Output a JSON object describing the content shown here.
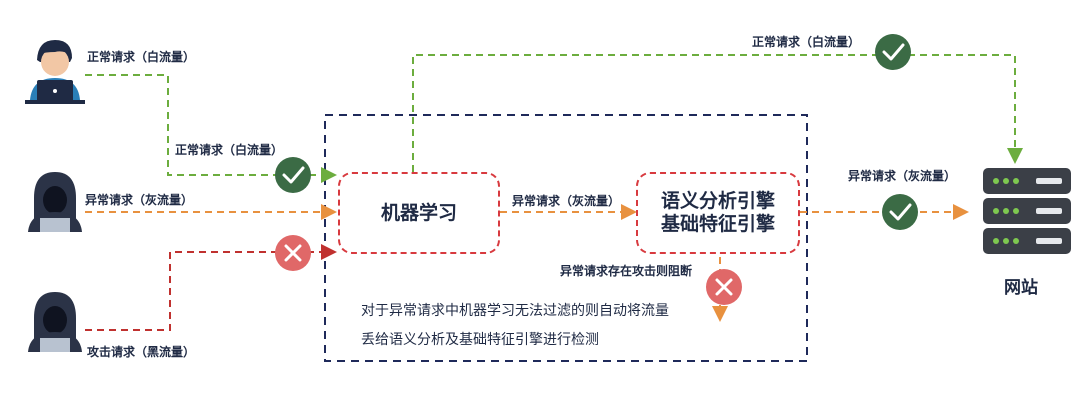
{
  "users": {
    "normal": {
      "label": "正常请求（白流量）"
    },
    "abnormal": {
      "label": "异常请求（灰流量）"
    },
    "attack": {
      "label": "攻击请求（黑流量）"
    }
  },
  "flow_labels": {
    "normal_after_check": "正常请求（白流量）",
    "normal_top_route": "正常请求（白流量）",
    "abnormal_middle": "异常请求（灰流量）",
    "abnormal_to_site": "异常请求（灰流量）",
    "block_note": "异常请求存在攻击则阻断"
  },
  "boxes": {
    "ml": {
      "label": "机器学习"
    },
    "engine": {
      "line1": "语义分析引擎",
      "line2": "基础特征引擎"
    }
  },
  "note": {
    "line1": "对于异常请求中机器学习无法过滤的则自动将流量",
    "line2": "丢给语义分析及基础特征引擎进行检测"
  },
  "site": {
    "label": "网站"
  },
  "colors": {
    "normal_flow": "#6cad3e",
    "abnormal_flow": "#e8913f",
    "attack_flow": "#c0312f",
    "container_border": "#1f2a5a",
    "box_border": "#d83a3f",
    "check_badge": "#3b6b45",
    "cross_badge": "#e06868",
    "server": "#3b3f47",
    "server_led": "#7ec850"
  }
}
